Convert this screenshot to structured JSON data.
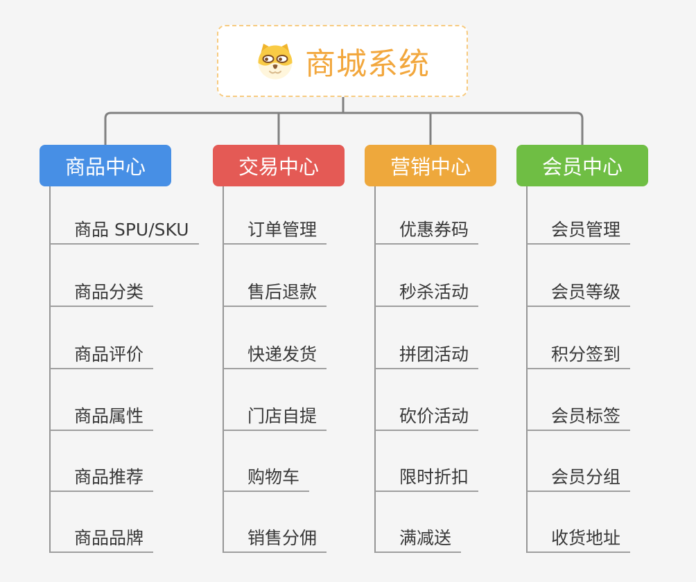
{
  "page": {
    "background": "#F5F5F5"
  },
  "root": {
    "label": "商城系统",
    "icon": "dog-face-icon",
    "label_color": "#F2A73D",
    "border_color": "#F7CA7E",
    "background": "#FFFFFF"
  },
  "connector": {
    "trunk_color": "#808080",
    "spine_color": "#959595",
    "underline_color": "#9E9E9E"
  },
  "leaf_text_color": "#383838",
  "branches": [
    {
      "label": "商品中心",
      "color": "#478FE5",
      "text_color": "#FFFFFF",
      "children": [
        "商品 SPU/SKU",
        "商品分类",
        "商品评价",
        "商品属性",
        "商品推荐",
        "商品品牌"
      ]
    },
    {
      "label": "交易中心",
      "color": "#E45A55",
      "text_color": "#FFFFFF",
      "children": [
        "订单管理",
        "售后退款",
        "快递发货",
        "门店自提",
        "购物车",
        "销售分佣"
      ]
    },
    {
      "label": "营销中心",
      "color": "#EEA83C",
      "text_color": "#FFFFFF",
      "children": [
        "优惠券码",
        "秒杀活动",
        "拼团活动",
        "砍价活动",
        "限时折扣",
        "满减送"
      ]
    },
    {
      "label": "会员中心",
      "color": "#6FBE44",
      "text_color": "#FFFFFF",
      "children": [
        "会员管理",
        "会员等级",
        "积分签到",
        "会员标签",
        "会员分组",
        "收货地址"
      ]
    }
  ]
}
